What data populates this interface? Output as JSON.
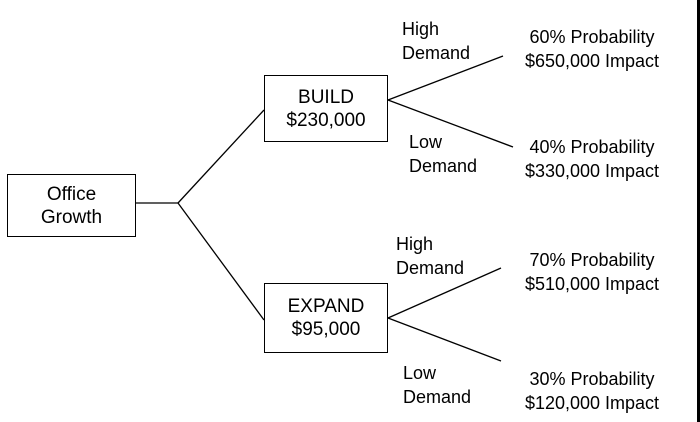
{
  "root": {
    "line1": "Office",
    "line2": "Growth"
  },
  "options": [
    {
      "name": "BUILD",
      "cost": "$230,000",
      "branches": [
        {
          "label1": "High",
          "label2": "Demand",
          "probability": "60% Probability",
          "impact": "$650,000 Impact"
        },
        {
          "label1": "Low",
          "label2": "Demand",
          "probability": "40% Probability",
          "impact": "$330,000 Impact"
        }
      ]
    },
    {
      "name": "EXPAND",
      "cost": "$95,000",
      "branches": [
        {
          "label1": "High",
          "label2": "Demand",
          "probability": "70% Probability",
          "impact": "$510,000 Impact"
        },
        {
          "label1": "Low",
          "label2": "Demand",
          "probability": "30% Probability",
          "impact": "$120,000 Impact"
        }
      ]
    }
  ],
  "colors": {
    "line": "#000000",
    "background": "#ffffff",
    "text": "#000000"
  }
}
